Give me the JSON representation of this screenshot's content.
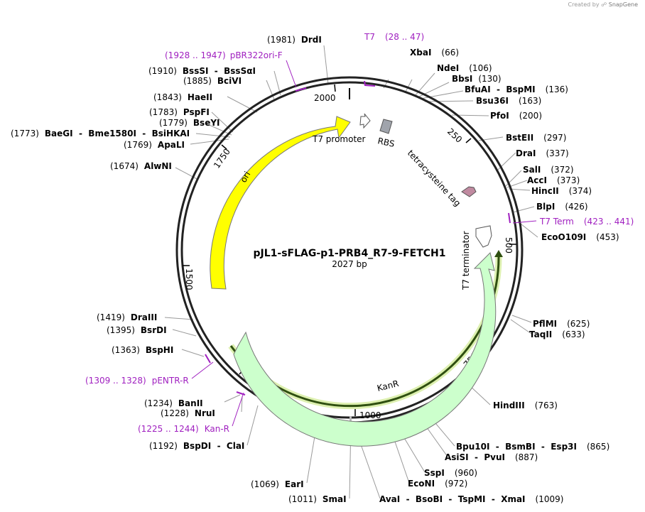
{
  "credit": {
    "text": "Created by",
    "brand": "SnapGene"
  },
  "plasmid": {
    "name": "pJL1-sFLAG-p1-PRB4_R7-9-FETCH1",
    "length": "2027 bp"
  },
  "ticks": [
    "250",
    "500",
    "750",
    "1000",
    "1250",
    "1500",
    "1750",
    "2000"
  ],
  "features": {
    "ori": "ori",
    "kanr": "KanR",
    "t7promoter": "T7 promoter",
    "rbs": "RBS",
    "tetracysteine": "tetracysteine tag",
    "t7terminator": "T7 terminator"
  },
  "primers": [
    {
      "name": "T7",
      "range": "(28 .. 47)"
    },
    {
      "name": "pBR322ori-F",
      "range": "(1928 .. 1947)"
    },
    {
      "name": "T7 Term",
      "range": "(423 .. 441)"
    },
    {
      "name": "pENTR-R",
      "range": "(1309 .. 1328)"
    },
    {
      "name": "Kan-R",
      "range": "(1225 .. 1244)"
    }
  ],
  "sites": [
    {
      "name": "DrdI",
      "pos": "(1981)"
    },
    {
      "name": "XbaI",
      "pos": "(66)"
    },
    {
      "name": "NdeI",
      "pos": "(106)"
    },
    {
      "name": "BbsI",
      "pos": "(130)"
    },
    {
      "name": "BfuAI  -  BspMI",
      "pos": "(136)"
    },
    {
      "name": "Bsu36I",
      "pos": "(163)"
    },
    {
      "name": "PfoI",
      "pos": "(200)"
    },
    {
      "name": "BstEII",
      "pos": "(297)"
    },
    {
      "name": "DraI",
      "pos": "(337)"
    },
    {
      "name": "SalI",
      "pos": "(372)"
    },
    {
      "name": "AccI",
      "pos": "(373)"
    },
    {
      "name": "HincII",
      "pos": "(374)"
    },
    {
      "name": "BlpI",
      "pos": "(426)"
    },
    {
      "name": "EcoO109I",
      "pos": "(453)"
    },
    {
      "name": "PflMI",
      "pos": "(625)"
    },
    {
      "name": "TaqII",
      "pos": "(633)"
    },
    {
      "name": "HindIII",
      "pos": "(763)"
    },
    {
      "name": "Bpu10I  -  BsmBI  -  Esp3I",
      "pos": "(865)"
    },
    {
      "name": "AsiSI  -  PvuI",
      "pos": "(887)"
    },
    {
      "name": "SspI",
      "pos": "(960)"
    },
    {
      "name": "EcoNI",
      "pos": "(972)"
    },
    {
      "name": "AvaI  -  BsoBI  -  TspMI  -  XmaI",
      "pos": "(1009)"
    },
    {
      "name": "SmaI",
      "pos": "(1011)"
    },
    {
      "name": "EarI",
      "pos": "(1069)"
    },
    {
      "name": "BspDI  -  ClaI",
      "pos": "(1192)"
    },
    {
      "name": "NruI",
      "pos": "(1228)"
    },
    {
      "name": "BanII",
      "pos": "(1234)"
    },
    {
      "name": "BspHI",
      "pos": "(1363)"
    },
    {
      "name": "BsrDI",
      "pos": "(1395)"
    },
    {
      "name": "DraIII",
      "pos": "(1419)"
    },
    {
      "name": "AlwNI",
      "pos": "(1674)"
    },
    {
      "name": "ApaLI",
      "pos": "(1769)"
    },
    {
      "name": "BaeGI  -  Bme1580I  -  BsiHKAI",
      "pos": "(1773)"
    },
    {
      "name": "BseYI",
      "pos": "(1779)"
    },
    {
      "name": "PspFI",
      "pos": "(1783)"
    },
    {
      "name": "HaeII",
      "pos": "(1843)"
    },
    {
      "name": "BciVI",
      "pos": "(1885)"
    },
    {
      "name": "BssSI  -  BssSαI",
      "pos": "(1910)"
    }
  ],
  "colors": {
    "ori": "#ffff00",
    "kanr": "#ccffcc",
    "primer": "#a020c0",
    "tag": "#c08aa0",
    "rbs": "#a0a4ac"
  }
}
